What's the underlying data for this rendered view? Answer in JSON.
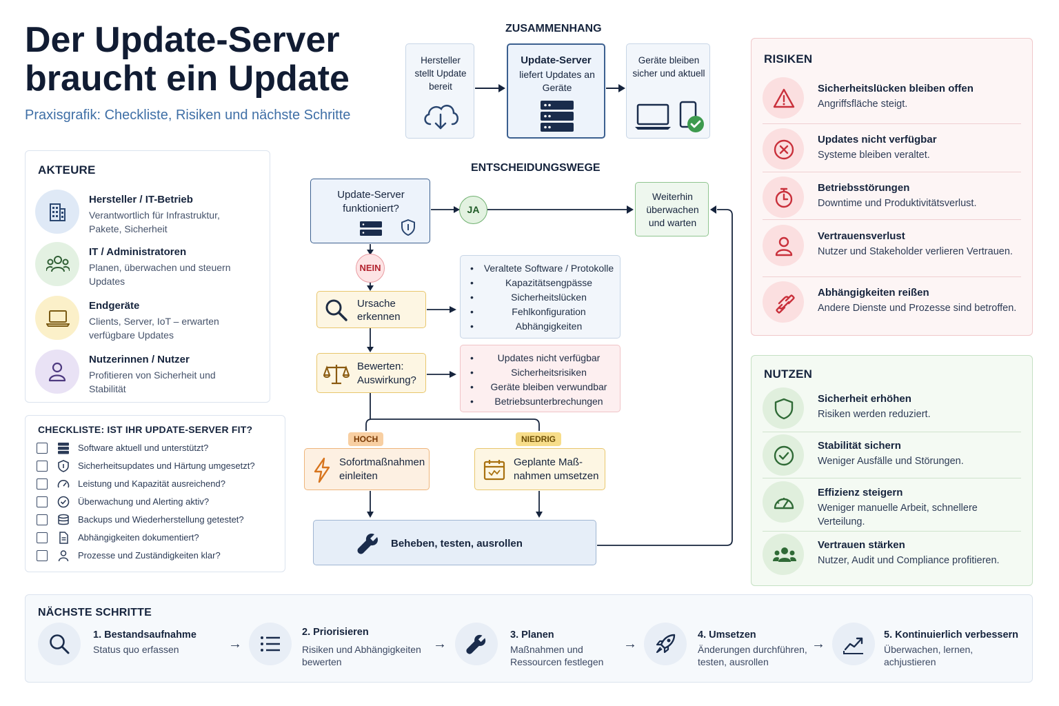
{
  "header": {
    "title": "Der Update-Server braucht ein Update",
    "subtitle": "Praxisgrafik: Checkliste, Risiken und nächste Schritte"
  },
  "zusammenhang": {
    "title": "ZUSAMMENHANG",
    "box1": "Hersteller stellt Update bereit",
    "box2_bold": "Update-Server",
    "box2_rest": "liefert Updates an Geräte",
    "box3": "Geräte bleiben sicher und aktuell"
  },
  "akteure": {
    "title": "AKTEURE",
    "items": [
      {
        "name": "Hersteller / IT-Betrieb",
        "desc": "Verantwortlich für Infrastruktur, Pakete, Sicherheit",
        "icon": "building-icon"
      },
      {
        "name": "IT / Administratoren",
        "desc": "Planen, überwachen und steuern Updates",
        "icon": "team-icon"
      },
      {
        "name": "Endgeräte",
        "desc": "Clients, Server, IoT – erwarten verfügbare Updates",
        "icon": "laptop-icon"
      },
      {
        "name": "Nutzerinnen / Nutzer",
        "desc": "Profitieren von Sicherheit und Stabilität",
        "icon": "user-icon"
      }
    ]
  },
  "checkliste": {
    "title": "CHECKLISTE: IST IHR UPDATE-SERVER FIT?",
    "items": [
      "Software aktuell und unterstützt?",
      "Sicherheitsupdates und Härtung umgesetzt?",
      "Leistung und Kapazität ausreichend?",
      "Überwachung und Alerting aktiv?",
      "Backups und Wiederherstellung getestet?",
      "Abhängigkeiten dokumentiert?",
      "Prozesse und Zuständigkeiten klar?"
    ]
  },
  "entscheidung": {
    "title": "ENTSCHEIDUNGSWEGE",
    "question": "Update-Server funktioniert?",
    "ja": "JA",
    "nein": "NEIN",
    "weiter": "Weiterhin überwachen und warten",
    "ursache": "Ursache erkennen",
    "ursache_list": [
      "Veraltete Software / Protokolle",
      "Kapazitätsengpässe",
      "Sicherheitslücken",
      "Fehlkonfiguration",
      "Abhängigkeiten"
    ],
    "bewerten": "Bewerten: Auswirkung?",
    "bewerten_list": [
      "Updates nicht verfügbar",
      "Sicherheitsrisiken",
      "Geräte bleiben verwundbar",
      "Betriebsunterbrechungen"
    ],
    "hoch": "HOCH",
    "niedrig": "NIEDRIG",
    "sofort": "Sofortmaßnahmen einleiten",
    "geplant": "Geplante Maß-nahmen umsetzen",
    "beheben": "Beheben, testen, ausrollen"
  },
  "risiken": {
    "title": "RISIKEN",
    "items": [
      {
        "name": "Sicherheitslücken bleiben offen",
        "desc": "Angriffsfläche steigt.",
        "icon": "warning-icon"
      },
      {
        "name": "Updates nicht verfügbar",
        "desc": "Systeme bleiben veraltet.",
        "icon": "x-circle-icon"
      },
      {
        "name": "Betriebsstörungen",
        "desc": "Downtime und Produktivitätsverlust.",
        "icon": "stopwatch-icon"
      },
      {
        "name": "Vertrauensverlust",
        "desc": "Nutzer und Stakeholder verlieren Vertrauen.",
        "icon": "user-icon"
      },
      {
        "name": "Abhängigkeiten reißen",
        "desc": "Andere Dienste und Prozesse sind betroffen.",
        "icon": "broken-link-icon"
      }
    ]
  },
  "nutzen": {
    "title": "NUTZEN",
    "items": [
      {
        "name": "Sicherheit erhöhen",
        "desc": "Risiken werden reduziert.",
        "icon": "shield-icon"
      },
      {
        "name": "Stabilität sichern",
        "desc": "Weniger Ausfälle und Störungen.",
        "icon": "check-circle-icon"
      },
      {
        "name": "Effizienz steigern",
        "desc": "Weniger manuelle Arbeit, schnellere Verteilung.",
        "icon": "gauge-icon"
      },
      {
        "name": "Vertrauen stärken",
        "desc": "Nutzer, Audit und Compliance profitieren.",
        "icon": "group-icon"
      }
    ]
  },
  "schritte": {
    "title": "NÄCHSTE SCHRITTE",
    "items": [
      {
        "name": "1. Bestandsaufnahme",
        "desc": "Status quo erfassen",
        "icon": "search-icon"
      },
      {
        "name": "2. Priorisieren",
        "desc": "Risiken und Abhängigkeiten bewerten",
        "icon": "list-icon"
      },
      {
        "name": "3. Planen",
        "desc": "Maßnahmen und Ressourcen festlegen",
        "icon": "wrench-icon"
      },
      {
        "name": "4. Umsetzen",
        "desc": "Änderungen durchführen, testen, ausrollen",
        "icon": "rocket-icon"
      },
      {
        "name": "5. Kontinuierlich verbessern",
        "desc": "Überwachen, lernen, achjustieren",
        "icon": "trend-icon"
      }
    ],
    "arrow": "→"
  },
  "colors": {
    "navy": "#16243d",
    "accent_blue": "#3f6fa6",
    "risk_red": "#d2353f",
    "benefit_green": "#2f7a3a"
  }
}
